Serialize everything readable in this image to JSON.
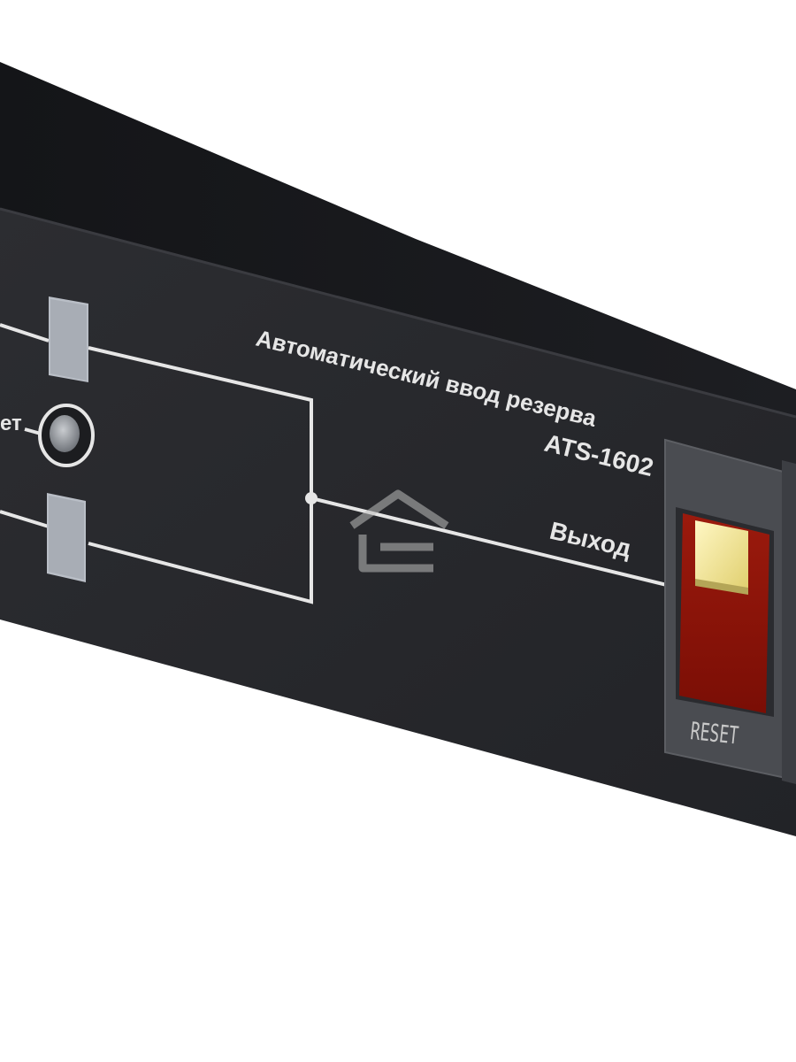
{
  "device": {
    "title": "Автоматический ввод резерва",
    "model": "ATS-1602",
    "output_label": "Выход",
    "priority_label_partial": "ет",
    "reset_label": "RESET",
    "colors": {
      "body": "#26272b",
      "top_face": "#1a1b1e",
      "panel_text": "#e6e6e6",
      "indicator": "#b9bec6",
      "reset_housing": "#4a4c51",
      "reset_red": "#8e1208",
      "reset_lamp": "#f3e79c"
    }
  },
  "watermark": {
    "icon": "house-logo-icon"
  }
}
